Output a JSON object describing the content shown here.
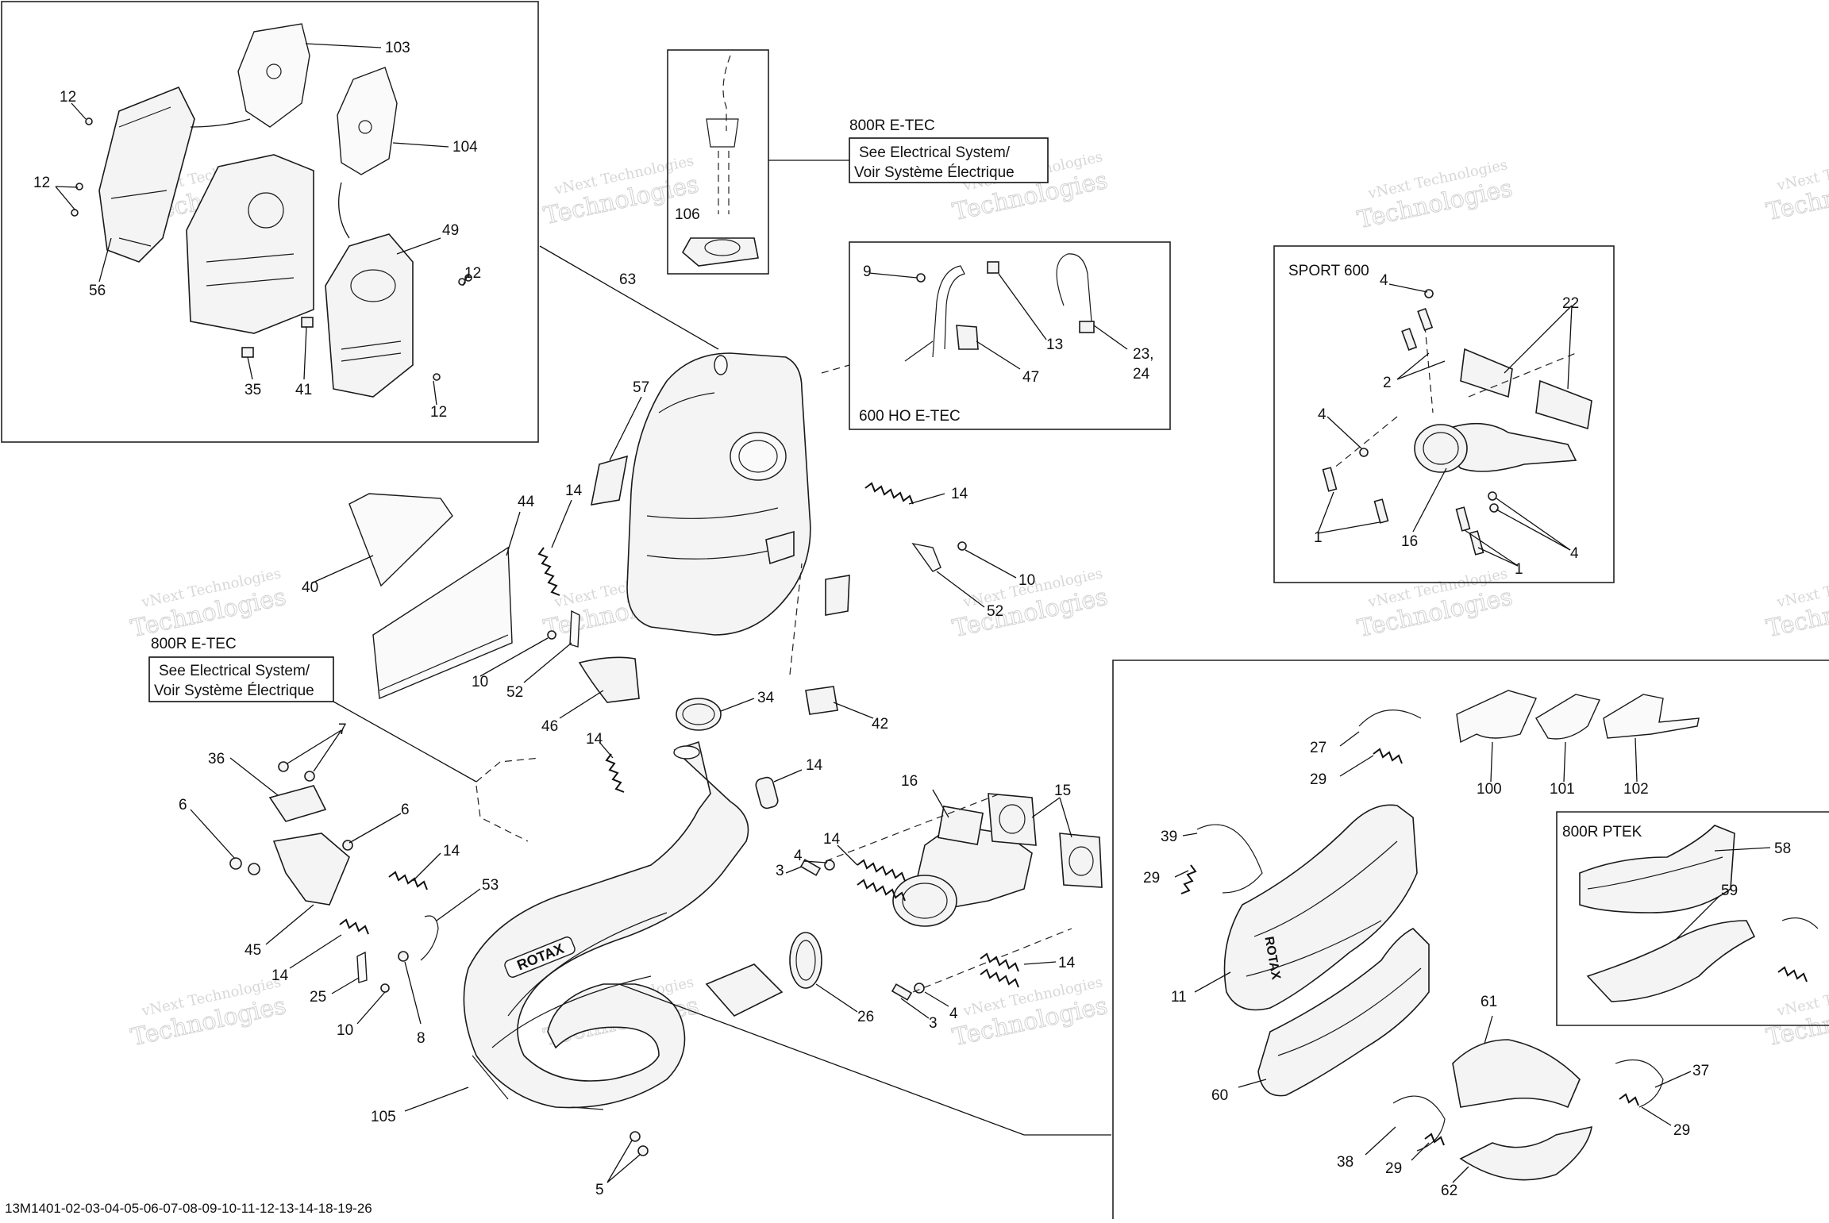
{
  "drawing": {
    "code": "13M1401-02-03-04-05-06-07-08-09-10-11-12-13-14-18-19-26",
    "watermark_line1": "vNext Technologies",
    "watermark_line2": "Technologies"
  },
  "callouts": {
    "top_800r_model": "800R E-TEC",
    "top_note_line1": "See Electrical System/",
    "top_note_line2": "Voir Système Électrique",
    "left_800r_model": "800R E-TEC",
    "left_note_line1": "See Electrical System/",
    "left_note_line2": "Voir Système Électrique",
    "ho_model": "600 HO E-TEC",
    "sport_model": "SPORT 600",
    "ptek_model": "800R PTEK"
  },
  "parts": {
    "p1a": "1",
    "p1b": "1",
    "p2": "2",
    "p3a": "3",
    "p3b": "3",
    "p4a": "4",
    "p4b": "4",
    "p4c": "4",
    "p4d": "4",
    "p4e": "4",
    "p5": "5",
    "p6a": "6",
    "p6b": "6",
    "p7": "7",
    "p8": "8",
    "p9": "9",
    "p10a": "10",
    "p10b": "10",
    "p10c": "10",
    "p11": "11",
    "p12a": "12",
    "p12b": "12",
    "p12c": "12",
    "p12d": "12",
    "p13": "13",
    "p14a": "14",
    "p14b": "14",
    "p14c": "14",
    "p14d": "14",
    "p14e": "14",
    "p14f": "14",
    "p14g": "14",
    "p14h": "14",
    "p15": "15",
    "p16a": "16",
    "p16b": "16",
    "p22": "22",
    "p23": "23,",
    "p24": "24",
    "p25": "25",
    "p26": "26",
    "p27": "27",
    "p29a": "29",
    "p29b": "29",
    "p29c": "29",
    "p29d": "29",
    "p34": "34",
    "p35": "35",
    "p36": "36",
    "p37": "37",
    "p38": "38",
    "p39": "39",
    "p40": "40",
    "p41": "41",
    "p42": "42",
    "p44": "44",
    "p45": "45",
    "p46": "46",
    "p47": "47",
    "p49": "49",
    "p52a": "52",
    "p52b": "52",
    "p53": "53",
    "p56": "56",
    "p57": "57",
    "p58": "58",
    "p59": "59",
    "p60": "60",
    "p61": "61",
    "p62": "62",
    "p63": "63",
    "p100": "100",
    "p101": "101",
    "p102": "102",
    "p103": "103",
    "p104": "104",
    "p105": "105",
    "p106": "106"
  },
  "logo": {
    "muffler_text": "ROTAX"
  }
}
